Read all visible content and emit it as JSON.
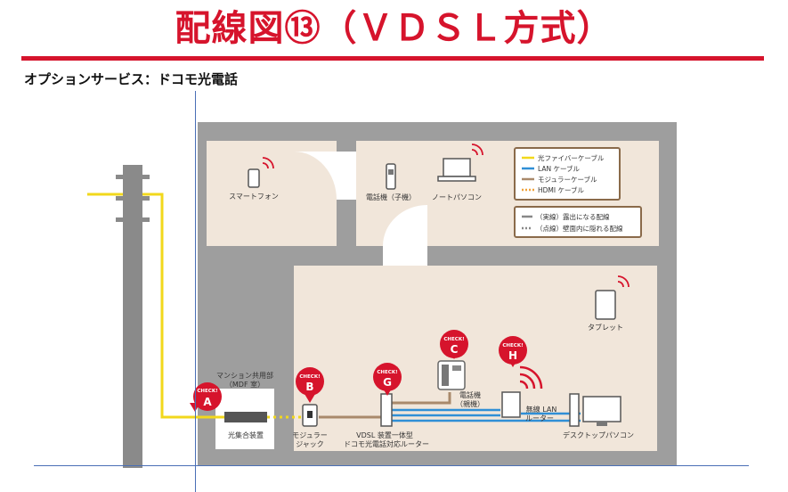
{
  "header": {
    "title": "配線図⑬（ＶＤＳＬ方式）",
    "subtitle": "オプションサービス：ドコモ光電話"
  },
  "legend": {
    "cables": [
      {
        "label": "光ファイバーケーブル",
        "color": "#f2d81c"
      },
      {
        "label": "LAN ケーブル",
        "color": "#2f8fd6"
      },
      {
        "label": "モジュラーケーブル",
        "color": "#a9896b"
      },
      {
        "label": "HDMI ケーブル",
        "color": "#f0a23a"
      }
    ],
    "wiring": [
      {
        "label": "（実線）露出になる配線"
      },
      {
        "label": "（点線）壁面内に隠れる配線"
      }
    ]
  },
  "devices": {
    "smartphone": "スマートフォン",
    "cordless_phone": "電話機（子機）",
    "notebook": "ノートパソコン",
    "tablet": "タブレット",
    "mdf_room_1": "マンション共用部",
    "mdf_room_2": "（MDF 室）",
    "fiber_unit": "光集合装置",
    "modular_jack_1": "モジュラー",
    "modular_jack_2": "ジャック",
    "router_1": "VDSL 装置一体型",
    "router_2": "ドコモ光電話対応ルーター",
    "base_phone_1": "電話機",
    "base_phone_2": "（親機）",
    "wifi_router_1": "無線 LAN",
    "wifi_router_2": "ルーター",
    "desktop": "デスクトップパソコン"
  },
  "checks": [
    {
      "tag": "CHECK!",
      "letter": "A"
    },
    {
      "tag": "CHECK!",
      "letter": "B"
    },
    {
      "tag": "CHECK!",
      "letter": "G"
    },
    {
      "tag": "CHECK!",
      "letter": "C"
    },
    {
      "tag": "CHECK!",
      "letter": "H"
    }
  ],
  "colors": {
    "accent": "#d6142c",
    "floor": "#9e9e9e",
    "room": "#f1e6da",
    "fiber": "#f2d81c",
    "lan": "#2f8fd6",
    "modular": "#a9896b"
  }
}
